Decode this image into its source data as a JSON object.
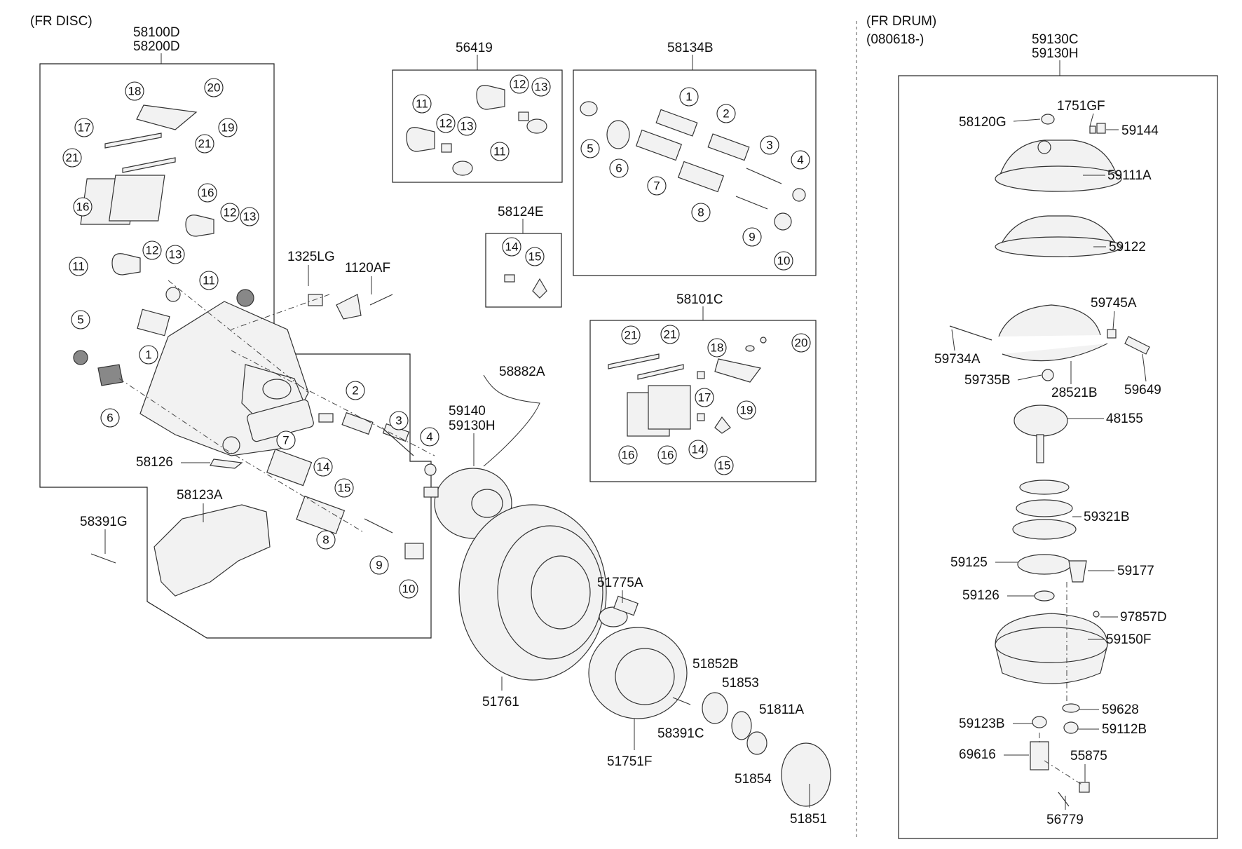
{
  "sections": {
    "fr_disc": "(FR DISC)",
    "fr_drum": "(FR DRUM)",
    "fr_drum_date": "(080618-)"
  },
  "groups": {
    "g58100D": "58100D",
    "g58200D": "58200D",
    "g56419": "56419",
    "g58134B": "58134B",
    "g58124E": "58124E",
    "g58101C": "58101C",
    "g59130C": "59130C",
    "g59130H": "59130H"
  },
  "parts": {
    "p1325LG": "1325LG",
    "p1120AF": "1120AF",
    "p58882A": "58882A",
    "p59140": "59140",
    "p59130H_disc": "59130H",
    "p58126": "58126",
    "p58123A": "58123A",
    "p58391G": "58391G",
    "p51775A": "51775A",
    "p51852B": "51852B",
    "p51853": "51853",
    "p51811A": "51811A",
    "p51761": "51761",
    "p58391C": "58391C",
    "p51751F": "51751F",
    "p51854": "51854",
    "p51851": "51851",
    "p58120G": "58120G",
    "p1751GF": "1751GF",
    "p59144": "59144",
    "p59111A": "59111A",
    "p59122": "59122",
    "p59745A": "59745A",
    "p59734A": "59734A",
    "p59735B": "59735B",
    "p28521B": "28521B",
    "p59649": "59649",
    "p48155": "48155",
    "p59321B": "59321B",
    "p59125": "59125",
    "p59177": "59177",
    "p59126": "59126",
    "p97857D": "97857D",
    "p59150F": "59150F",
    "p59628": "59628",
    "p59123B": "59123B",
    "p59112B": "59112B",
    "p69616": "69616",
    "p55875": "55875",
    "p56779": "56779"
  },
  "callouts": [
    {
      "id": "c18a",
      "n": "18"
    },
    {
      "id": "c20a",
      "n": "20"
    },
    {
      "id": "c17a",
      "n": "17"
    },
    {
      "id": "c19a",
      "n": "19"
    },
    {
      "id": "c21a",
      "n": "21"
    },
    {
      "id": "c21b",
      "n": "21"
    },
    {
      "id": "c16a",
      "n": "16"
    },
    {
      "id": "c16b",
      "n": "16"
    },
    {
      "id": "c12a",
      "n": "12"
    },
    {
      "id": "c13a",
      "n": "13"
    },
    {
      "id": "c11a",
      "n": "11"
    },
    {
      "id": "c12b",
      "n": "12"
    },
    {
      "id": "c13b",
      "n": "13"
    },
    {
      "id": "c11b",
      "n": "11"
    },
    {
      "id": "c5a",
      "n": "5"
    },
    {
      "id": "c1a",
      "n": "1"
    },
    {
      "id": "c6a",
      "n": "6"
    },
    {
      "id": "c2a",
      "n": "2"
    },
    {
      "id": "c3a",
      "n": "3"
    },
    {
      "id": "c4a",
      "n": "4"
    },
    {
      "id": "c7a",
      "n": "7"
    },
    {
      "id": "c14a",
      "n": "14"
    },
    {
      "id": "c15a",
      "n": "15"
    },
    {
      "id": "c8a",
      "n": "8"
    },
    {
      "id": "c9a",
      "n": "9"
    },
    {
      "id": "c10a",
      "n": "10"
    },
    {
      "id": "c11c",
      "n": "11"
    },
    {
      "id": "c12c",
      "n": "12"
    },
    {
      "id": "c13c",
      "n": "13"
    },
    {
      "id": "c12d",
      "n": "12"
    },
    {
      "id": "c13d",
      "n": "13"
    },
    {
      "id": "c11d",
      "n": "11"
    },
    {
      "id": "c14b",
      "n": "14"
    },
    {
      "id": "c15b",
      "n": "15"
    },
    {
      "id": "c1b",
      "n": "1"
    },
    {
      "id": "c2b",
      "n": "2"
    },
    {
      "id": "c3b",
      "n": "3"
    },
    {
      "id": "c4b",
      "n": "4"
    },
    {
      "id": "c5b",
      "n": "5"
    },
    {
      "id": "c6b",
      "n": "6"
    },
    {
      "id": "c7b",
      "n": "7"
    },
    {
      "id": "c8b",
      "n": "8"
    },
    {
      "id": "c9b",
      "n": "9"
    },
    {
      "id": "c10b",
      "n": "10"
    },
    {
      "id": "c21c",
      "n": "21"
    },
    {
      "id": "c21d",
      "n": "21"
    },
    {
      "id": "c18b",
      "n": "18"
    },
    {
      "id": "c20b",
      "n": "20"
    },
    {
      "id": "c17b",
      "n": "17"
    },
    {
      "id": "c19b",
      "n": "19"
    },
    {
      "id": "c16c",
      "n": "16"
    },
    {
      "id": "c16d",
      "n": "16"
    },
    {
      "id": "c14c",
      "n": "14"
    },
    {
      "id": "c15c",
      "n": "15"
    }
  ]
}
